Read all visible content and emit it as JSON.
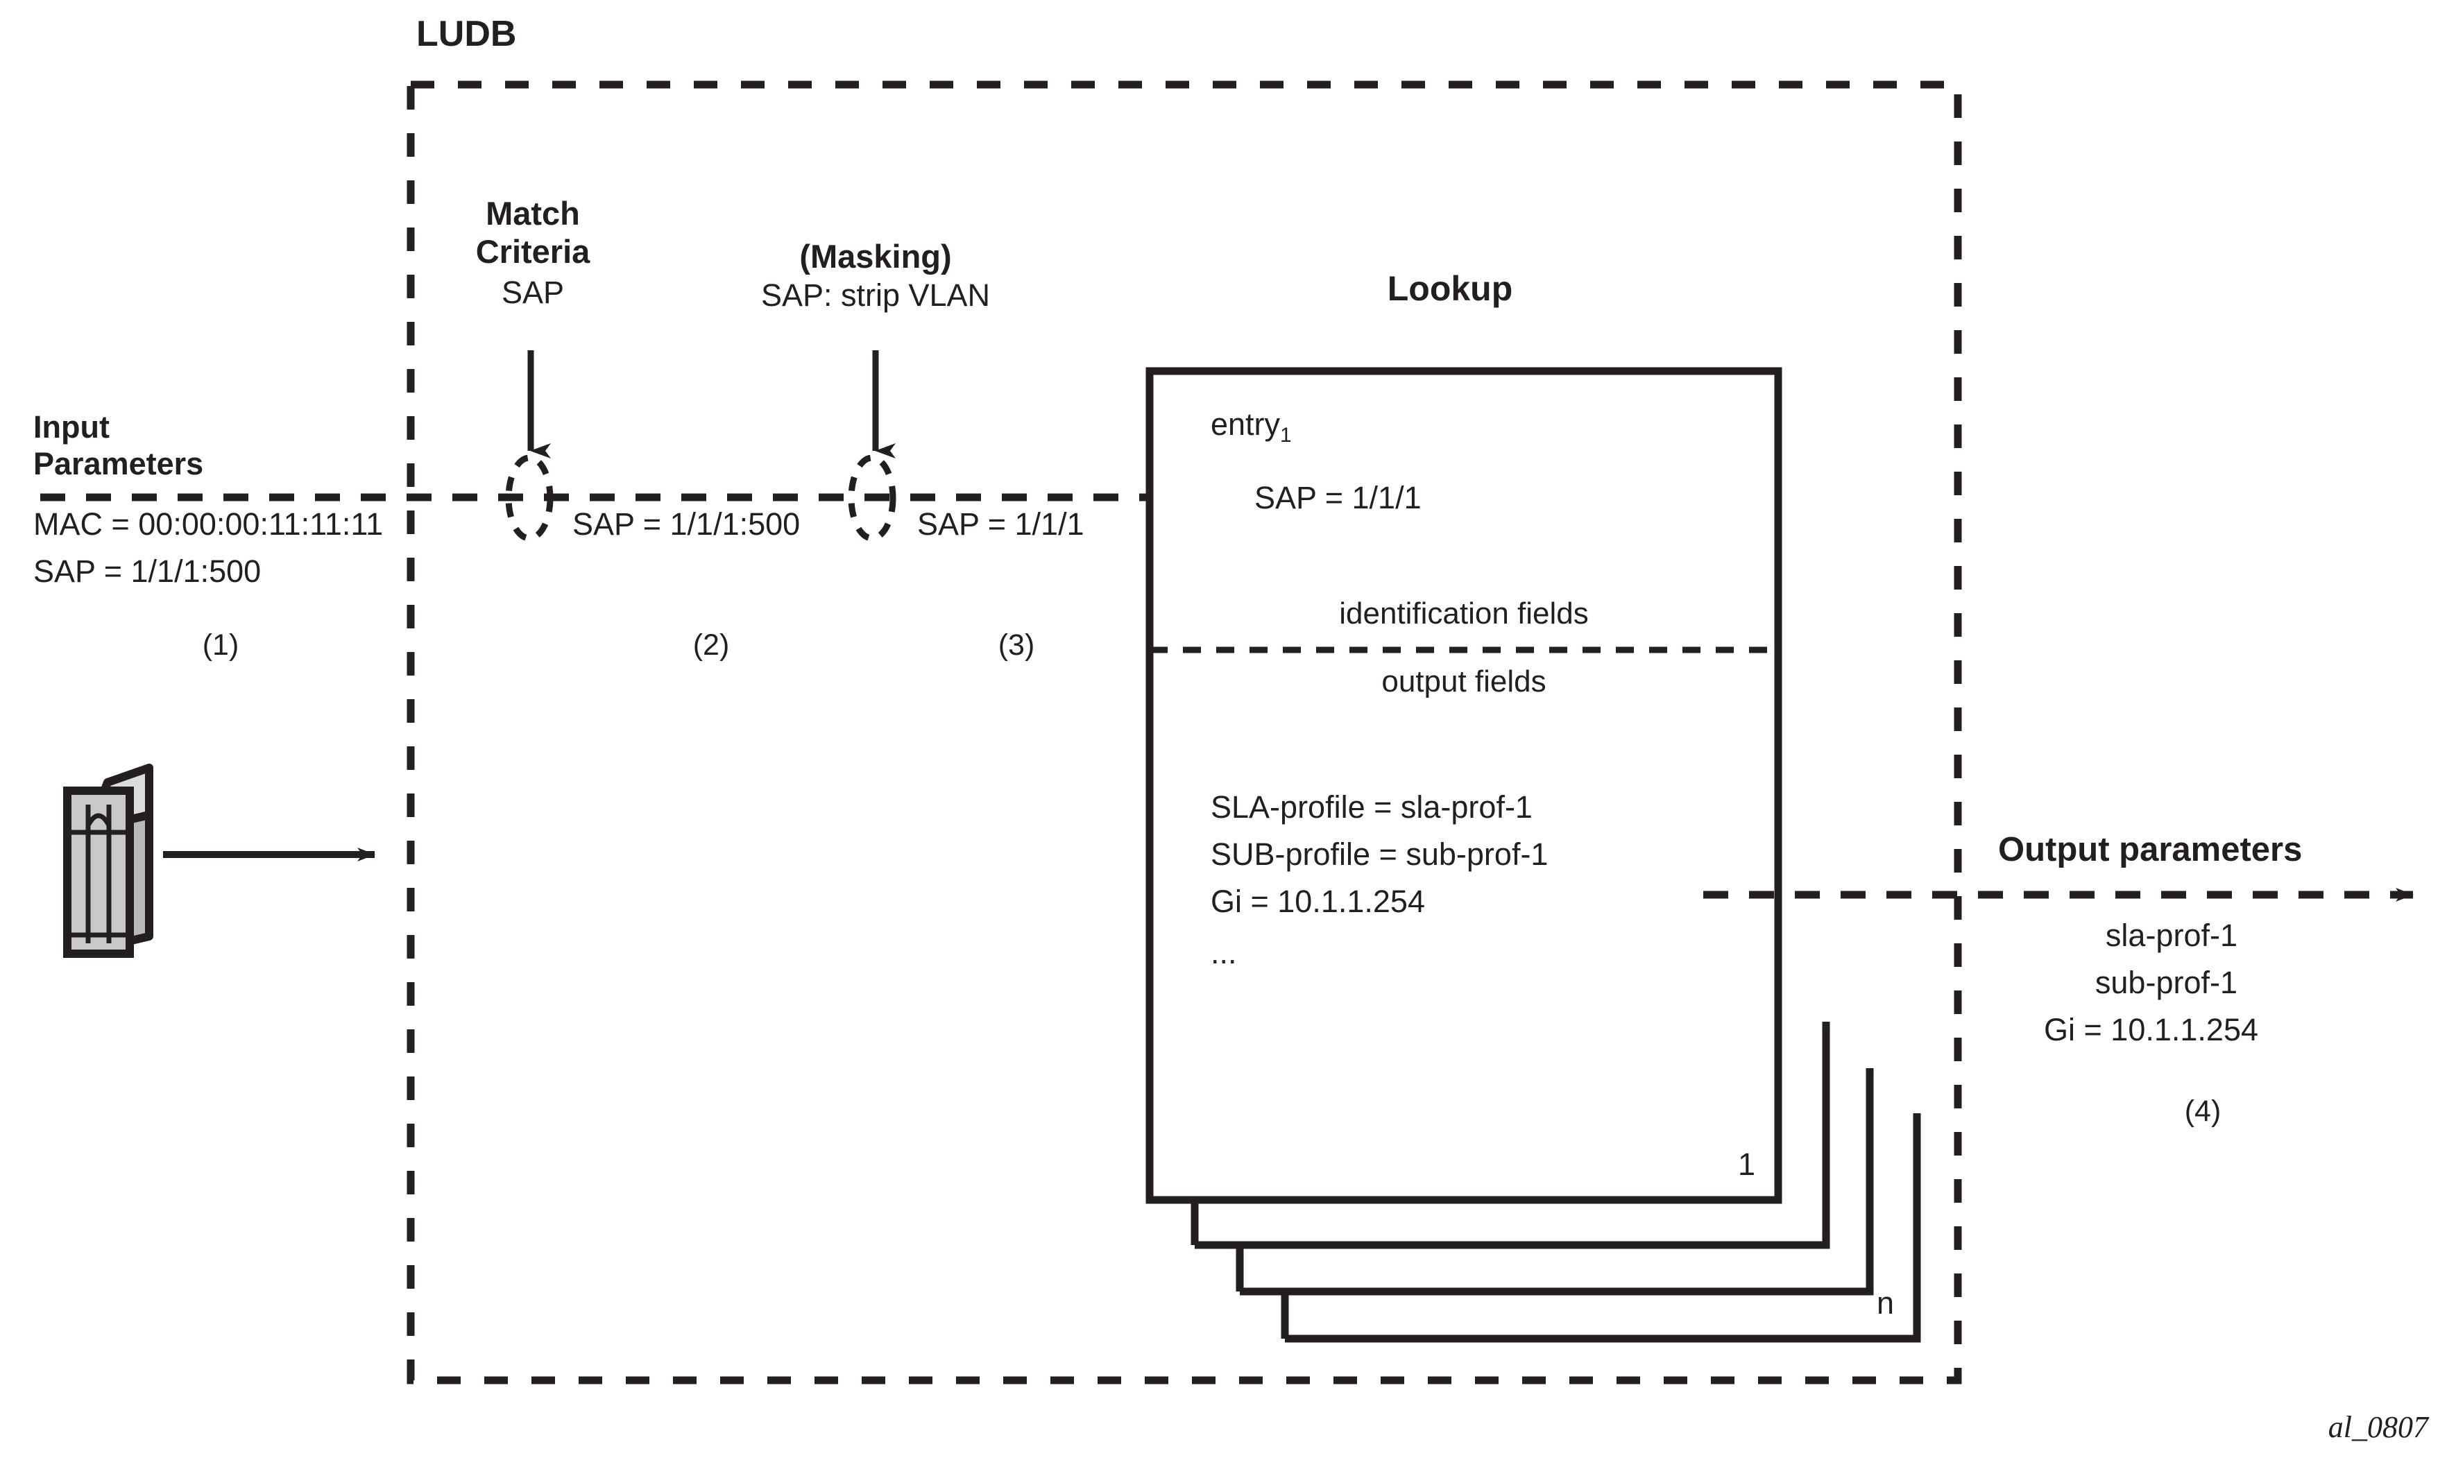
{
  "figure": {
    "caption_id": "al_0807",
    "ludb_label": "LUDB"
  },
  "colors": {
    "ink": "#231f20",
    "device_body": "#c9c9c9",
    "device_top": "#dcdcdc",
    "device_side": "#b4b4b4"
  },
  "input": {
    "title_line1": "Input",
    "title_line2": "Parameters",
    "mac": "MAC = 00:00:00:11:11:11",
    "sap": "SAP = 1/1/1:500",
    "step": "(1)"
  },
  "match_criteria": {
    "title_line1": "Match",
    "title_line2": "Criteria",
    "subtitle": "SAP",
    "value": "SAP = 1/1/1:500",
    "step": "(2)"
  },
  "masking": {
    "title": "(Masking)",
    "subtitle": "SAP: strip VLAN",
    "value": "SAP = 1/1/1",
    "step": "(3)"
  },
  "lookup": {
    "title": "Lookup",
    "entry_label": "entry",
    "entry_index": "1",
    "match_field": "SAP = 1/1/1",
    "identification_fields_label": "identification fields",
    "output_fields_label": "output fields",
    "output_rows": [
      "SLA-profile = sla-prof-1",
      "SUB-profile = sub-prof-1",
      "Gi = 10.1.1.254",
      "..."
    ],
    "card_first_index": "1",
    "card_last_index": "n"
  },
  "output": {
    "title": "Output parameters",
    "rows": [
      "sla-prof-1",
      "sub-prof-1",
      "Gi = 10.1.1.254"
    ],
    "step": "(4)"
  },
  "icons": {
    "device": "network-device-icon",
    "ellipse_match": "match-point-ellipse-icon",
    "ellipse_mask": "mask-point-ellipse-icon"
  }
}
